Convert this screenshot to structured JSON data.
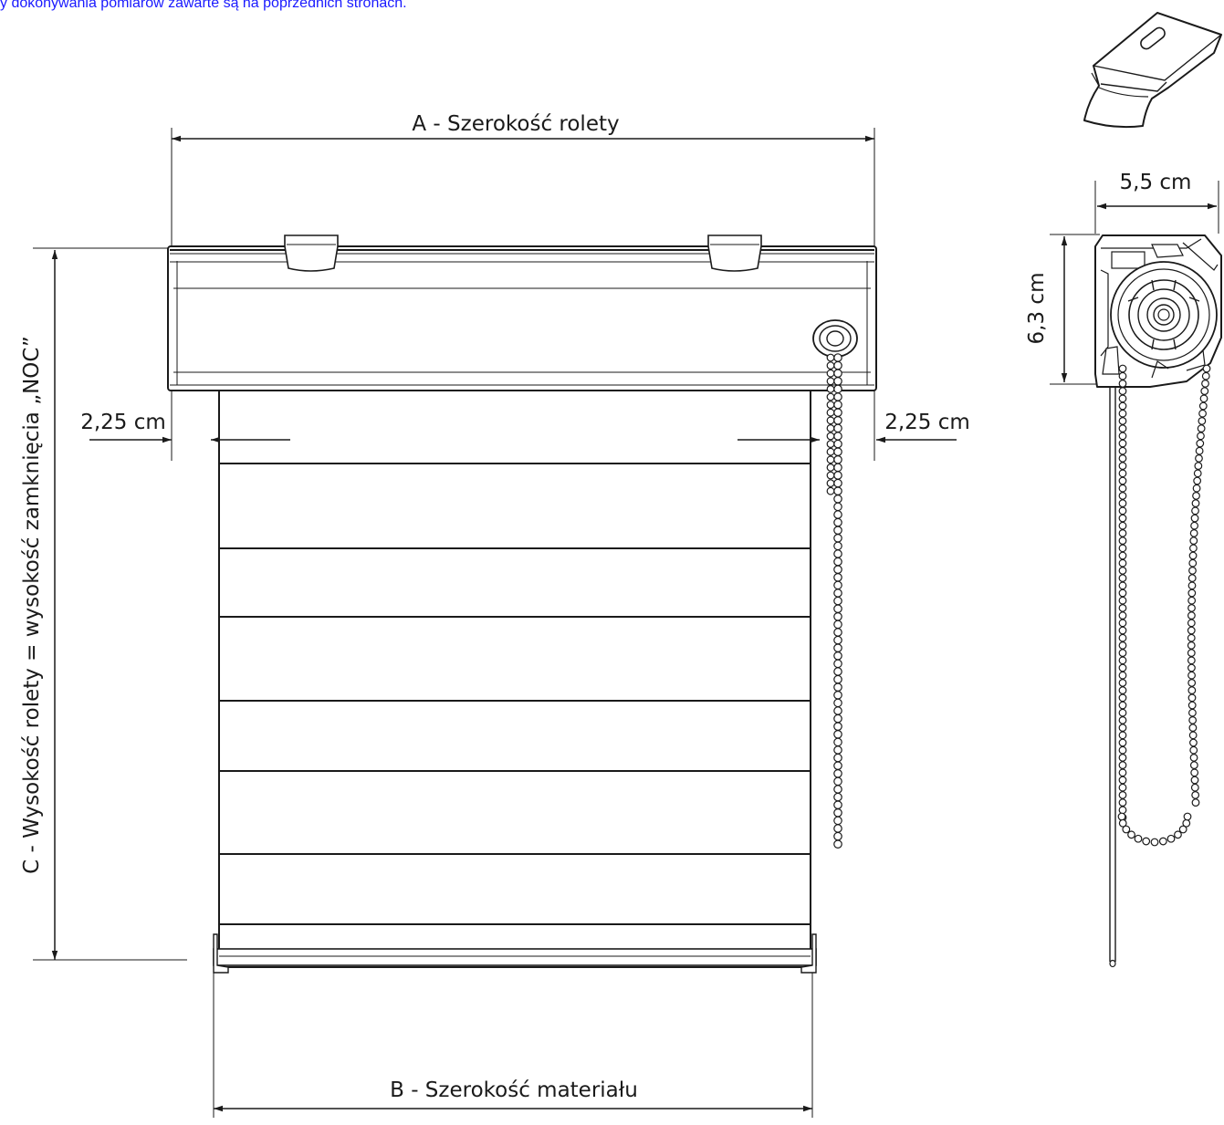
{
  "header": {
    "note": "y dokonywania pomiarów zawarte są na poprzednich stronach."
  },
  "dimensions": {
    "a_width": "A - Szerokość rolety",
    "b_width": "B - Szerokość materiału",
    "c_height": "C - Wysokość rolety = wysokość zamknięcia „NOC”",
    "offset_left": "2,25 cm",
    "offset_right": "2,25 cm",
    "profile_width": "5,5 cm",
    "profile_height": "6,3 cm"
  },
  "colors": {
    "line": "#1a1a1a",
    "note": "#1a1aff"
  }
}
